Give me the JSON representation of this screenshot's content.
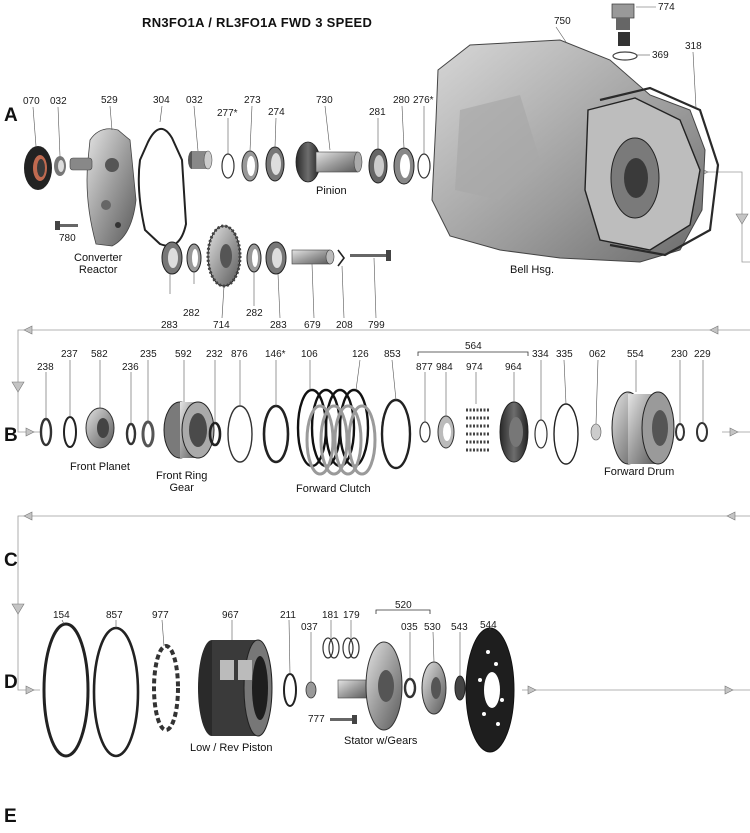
{
  "title": "RN3FO1A / RL3FO1A   FWD  3  SPEED",
  "rows": [
    "A",
    "B",
    "C",
    "D",
    "E"
  ],
  "colors": {
    "ink": "#1a1a1a",
    "metal": "#9a9a9a",
    "metal_dark": "#555555",
    "gasket": "#2a2a2a",
    "arrow": "#bdbdbd"
  },
  "row_a": {
    "parts": [
      "070",
      "032",
      "529",
      "304",
      "032",
      "277*",
      "273",
      "274",
      "730",
      "281",
      "280",
      "276*",
      "750",
      "774",
      "369",
      "318",
      "780",
      "283",
      "282",
      "714",
      "282",
      "283",
      "679",
      "208",
      "799"
    ],
    "captions": {
      "converter_reactor": "Converter\nReactor",
      "pinion": "Pinion",
      "bell_hsg": "Bell Hsg."
    }
  },
  "row_b": {
    "parts": [
      "238",
      "237",
      "582",
      "236",
      "235",
      "592",
      "232",
      "876",
      "146*",
      "106",
      "126",
      "853",
      "564",
      "877",
      "984",
      "974",
      "964",
      "334",
      "335",
      "062",
      "554",
      "230",
      "229"
    ],
    "captions": {
      "front_planet": "Front Planet",
      "front_ring_gear": "Front Ring\nGear",
      "forward_clutch": "Forward  Clutch",
      "forward_drum": "Forward  Drum"
    }
  },
  "row_d": {
    "parts": [
      "154",
      "857",
      "977",
      "967",
      "211",
      "037",
      "181",
      "179",
      "520",
      "035",
      "530",
      "543",
      "544",
      "777"
    ],
    "captions": {
      "low_rev_piston": "Low / Rev Piston",
      "stator_w_gears": "Stator  w/Gears"
    }
  }
}
